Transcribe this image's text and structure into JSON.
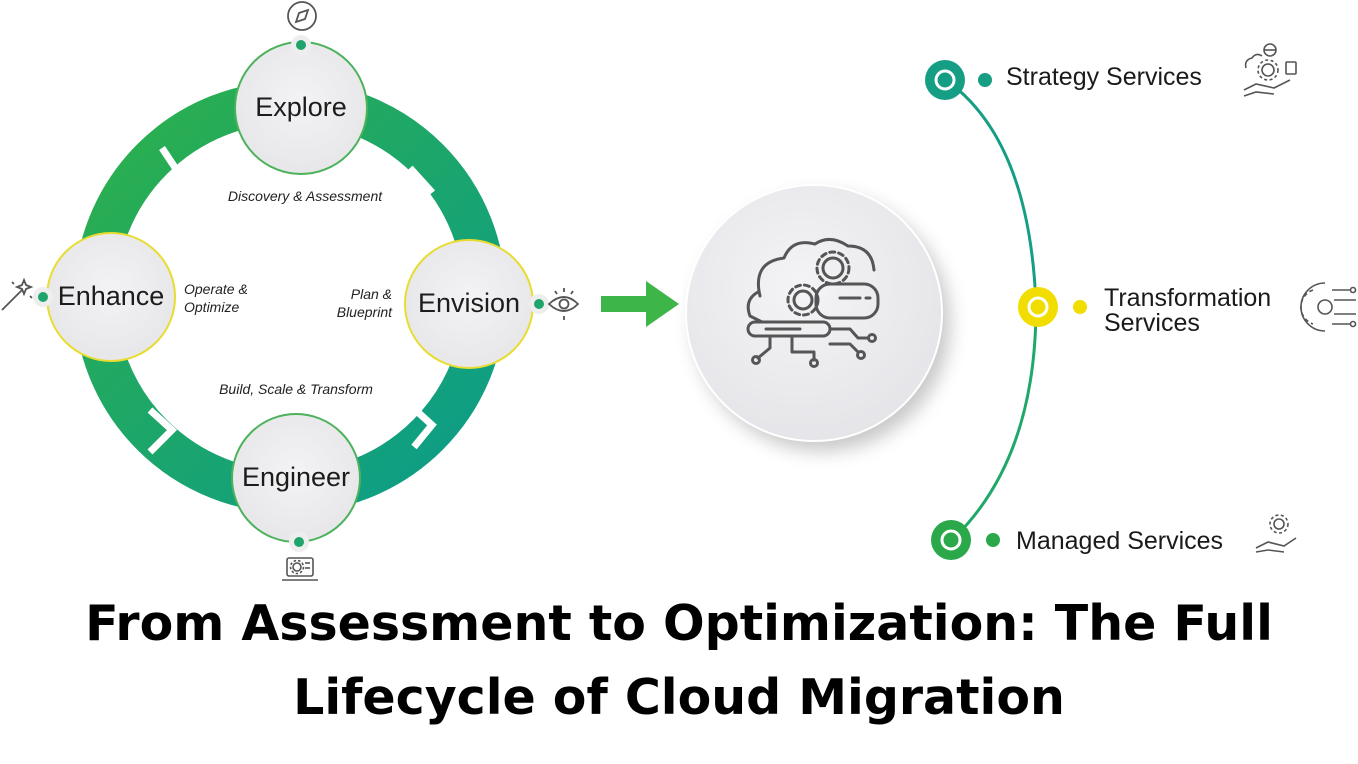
{
  "cycle": {
    "nodes": {
      "explore": "Explore",
      "envision": "Envision",
      "engineer": "Engineer",
      "enhance": "Enhance"
    },
    "phases": {
      "discovery": "Discovery & Assessment",
      "plan": [
        "Plan &",
        "Blueprint"
      ],
      "build": "Build, Scale & Transform",
      "operate": [
        "Operate &",
        "Optimize"
      ]
    },
    "icons": {
      "explore": "compass-icon",
      "envision": "eye-icon",
      "engineer": "laptop-gear-icon",
      "enhance": "magic-wand-icon"
    }
  },
  "center": {
    "icon": "cloud-gears-icon"
  },
  "services": {
    "strategy": "Strategy Services",
    "transformation": [
      "Transformation",
      "Services"
    ],
    "managed": "Managed Services",
    "icons": {
      "strategy": "hand-gear-globe-icon",
      "transformation": "circuit-gear-icon",
      "managed": "hand-gear-icon"
    }
  },
  "colors": {
    "green": "#2fa84f",
    "teal": "#149e8e",
    "yellow": "#f2dd00",
    "arrow": "#3db549"
  },
  "title": {
    "line1": "From Assessment to Optimization: The Full",
    "line2": "Lifecycle of Cloud Migration"
  }
}
